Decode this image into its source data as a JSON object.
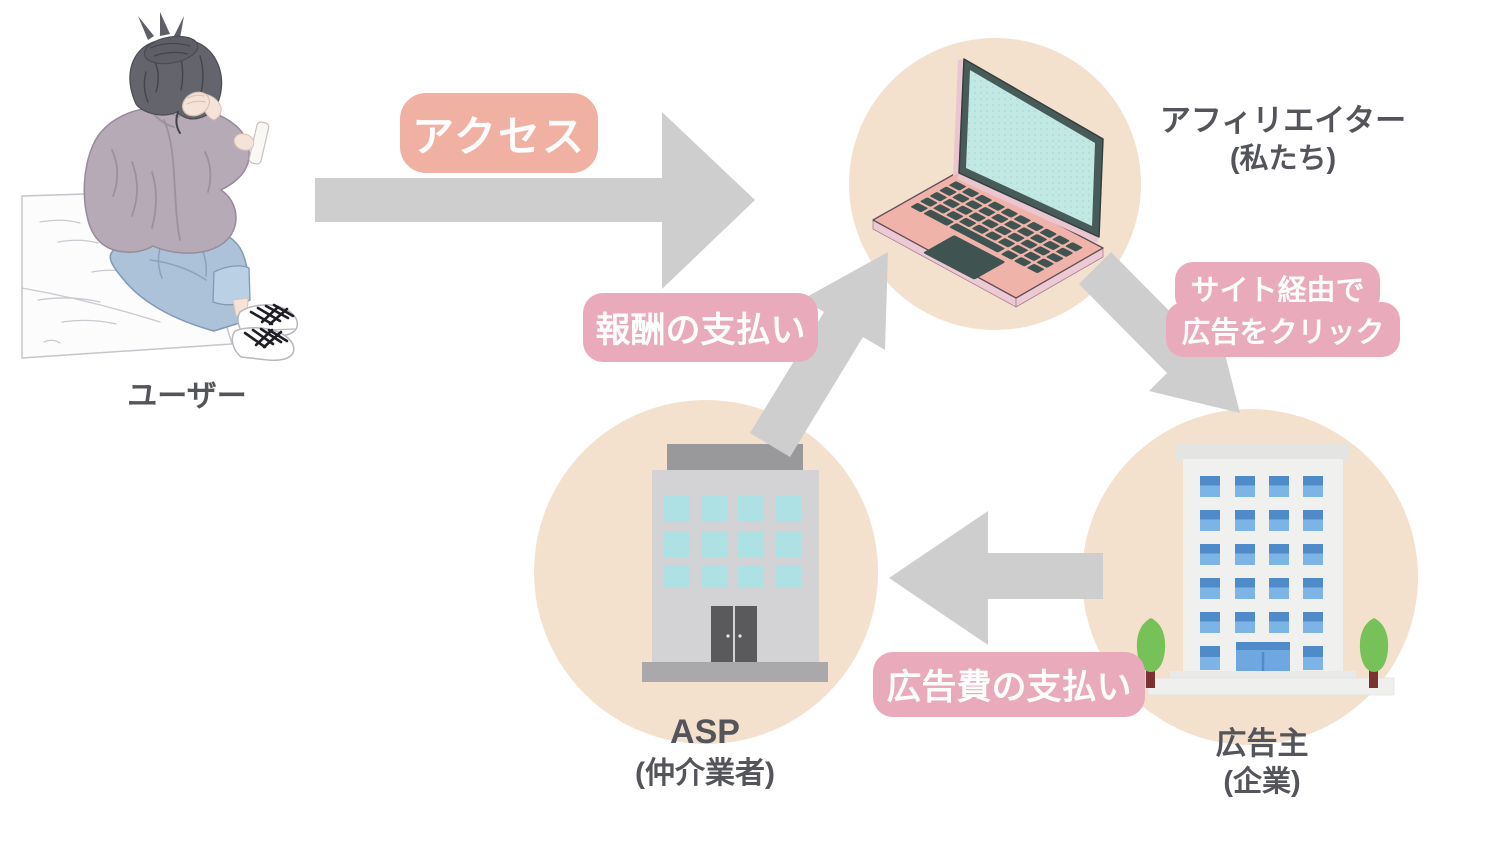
{
  "diagram": {
    "background": "#ffffff",
    "colors": {
      "circle_beige": "#f3e1ce",
      "arrow_gray": "#cecece",
      "access_pill": "#f0b1a2",
      "pink_pill": "#e9aabc",
      "pill_text": "#fdfdfd",
      "label_text": "#54555a"
    },
    "nodes": {
      "user": {
        "label": "ユーザー"
      },
      "affiliater": {
        "label_line1": "アフィリエイター",
        "label_line2": "(私たち)"
      },
      "asp": {
        "label_line1": "ASP",
        "label_line2": "(仲介業者)"
      },
      "advertiser": {
        "label_line1": "広告主",
        "label_line2": "(企業)"
      }
    },
    "flows": {
      "access": {
        "label": "アクセス"
      },
      "click": {
        "label_line1": "サイト経由で",
        "label_line2": "広告をクリック"
      },
      "reward_payment": {
        "label": "報酬の支払い"
      },
      "ad_fee_payment": {
        "label": "広告費の支払い"
      }
    }
  }
}
